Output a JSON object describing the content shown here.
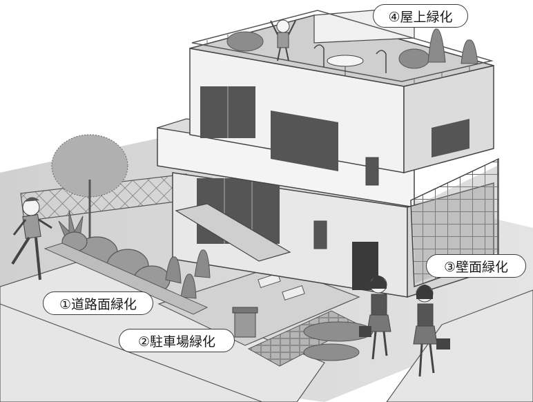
{
  "callouts": {
    "road": "①道路面緑化",
    "parking": "②駐車場緑化",
    "wall": "③壁面緑化",
    "rooftop": "④屋上緑化"
  },
  "colors": {
    "background": "#ffffff",
    "outline": "#3a3a3a",
    "wall_light": "#f2f2f2",
    "wall_shade": "#d9d9d9",
    "glass": "#555555",
    "foliage": "#8a8a8a",
    "pavement": "#cfcfcf"
  }
}
